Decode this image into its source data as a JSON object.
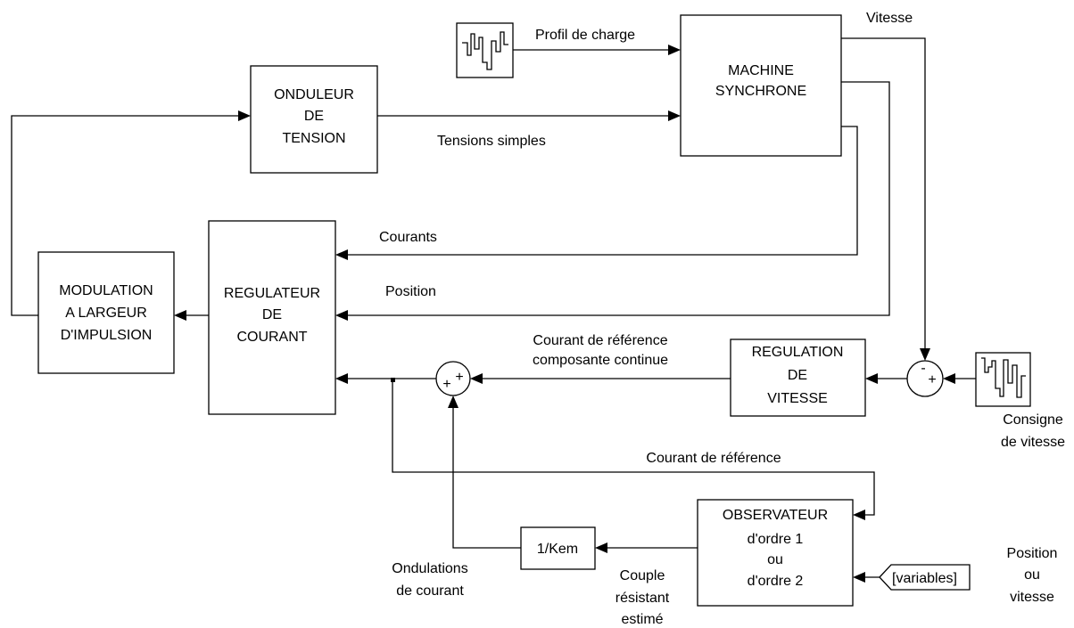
{
  "blocks": {
    "machine": [
      "MACHINE",
      "SYNCHRONE"
    ],
    "onduleur": [
      "ONDULEUR",
      "DE",
      "TENSION"
    ],
    "regulateur": [
      "REGULATEUR",
      "DE",
      "COURANT"
    ],
    "modulation": [
      "MODULATION",
      "A LARGEUR",
      "D'IMPULSION"
    ],
    "regulation": [
      "REGULATION",
      "DE",
      "VITESSE"
    ],
    "observateur": [
      "OBSERVATEUR",
      "d'ordre 1",
      "ou",
      "d'ordre 2"
    ],
    "gain": "1/Kem",
    "goto_tag": "[variables]"
  },
  "labels": {
    "profil": "Profil de charge",
    "vitesse": "Vitesse",
    "tensions": "Tensions simples",
    "courants": "Courants",
    "position": "Position",
    "courant_ref_cc": [
      "Courant de référence",
      "composante continue"
    ],
    "courant_ref": "Courant de référence",
    "consigne": [
      "Consigne",
      "de vitesse"
    ],
    "position_ou_vitesse": [
      "Position",
      "ou",
      "vitesse"
    ],
    "ondulations": [
      "Ondulations",
      "de courant"
    ],
    "couple": [
      "Couple",
      "résistant",
      "estimé"
    ]
  },
  "signs": {
    "sum1_a": "+",
    "sum1_b": "+",
    "sum2_minus": "-",
    "sum2_plus": "+"
  }
}
